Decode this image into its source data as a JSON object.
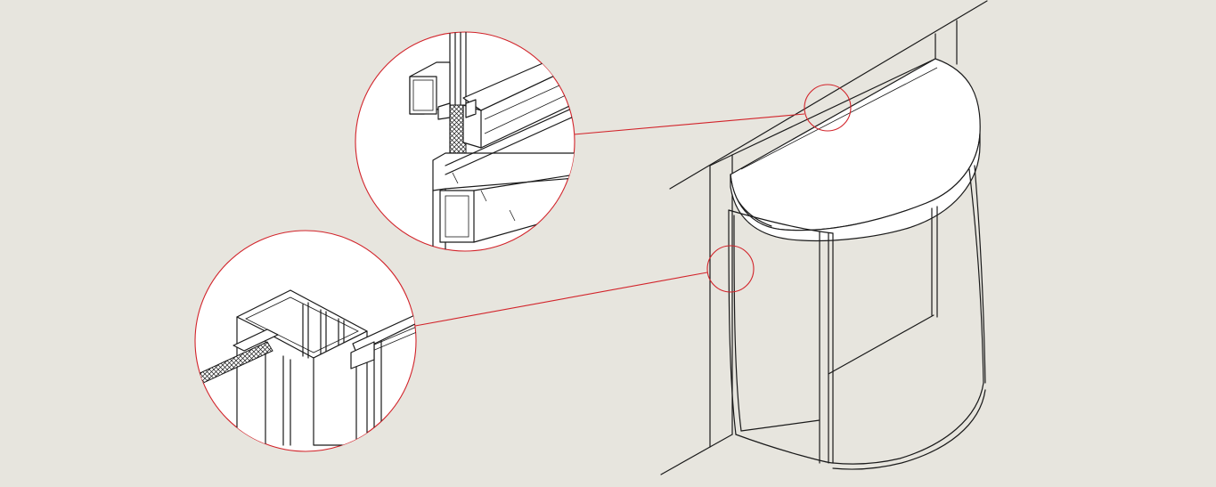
{
  "figure": {
    "subject": "revolving-door-with-magnified-details",
    "colors": {
      "background": "#e7e5de",
      "line": "#1a1a1a",
      "callout": "#d2232a",
      "fill": "#ffffff"
    }
  },
  "details": [
    {
      "id": "canopy-glazing-profile",
      "source": "canopy-edge"
    },
    {
      "id": "door-post-profile",
      "source": "door-side-post"
    }
  ]
}
